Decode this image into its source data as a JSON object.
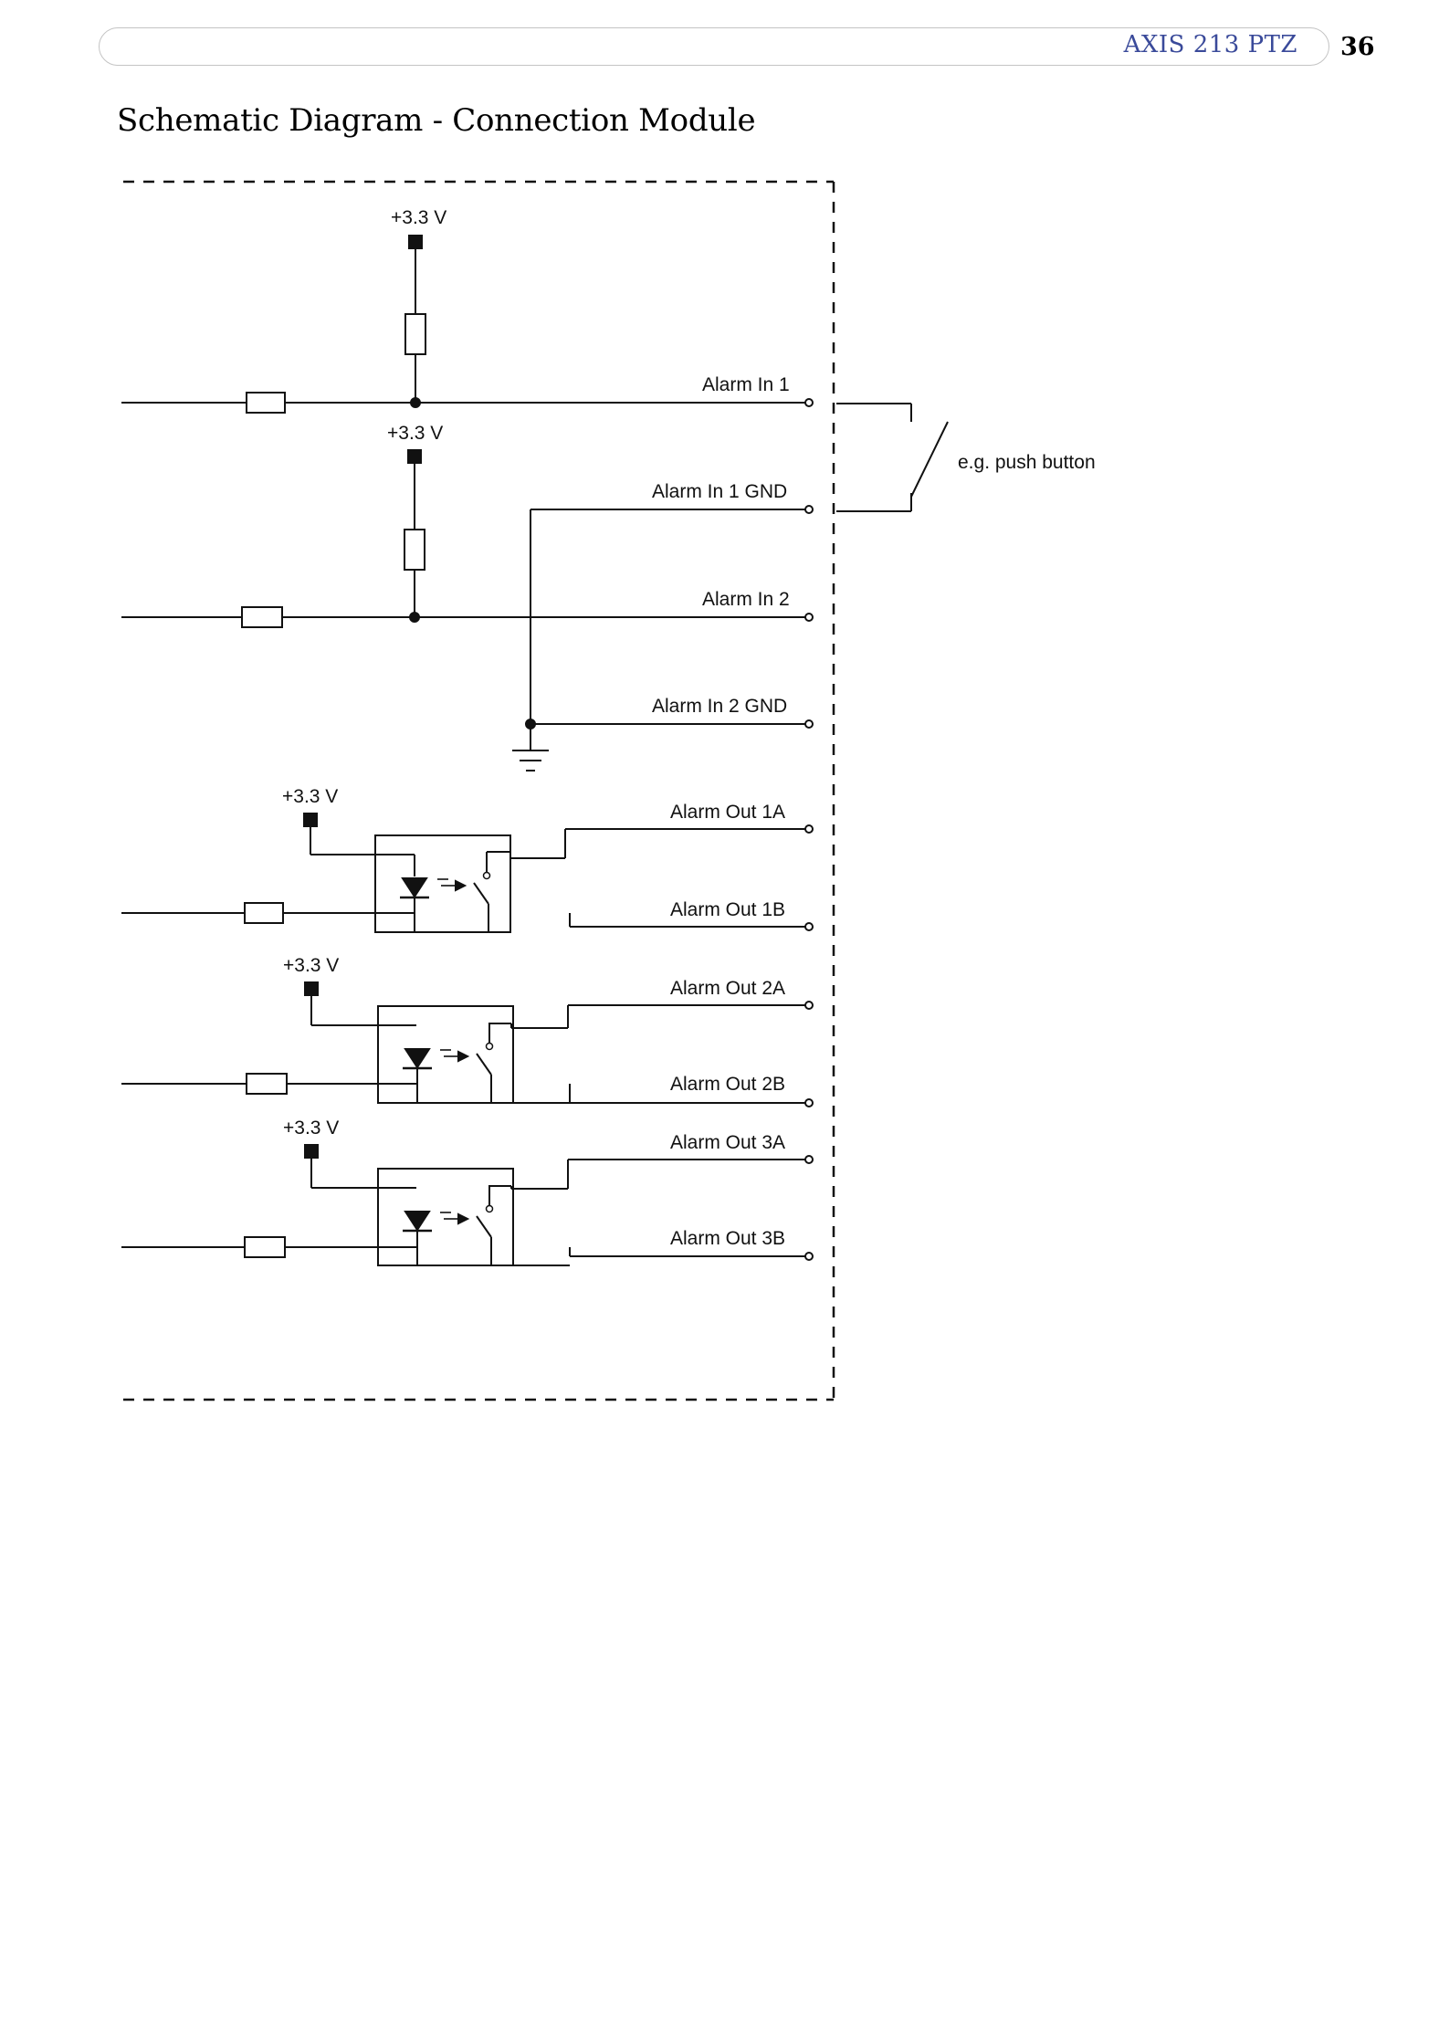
{
  "header": {
    "product": "AXIS 213 PTZ",
    "page_number": "36"
  },
  "title": "Schematic Diagram - Connection Module",
  "schematic": {
    "supply_label": "+3.3 V",
    "terminals": {
      "alarm_in_1": "Alarm In 1",
      "alarm_in_1_gnd": "Alarm In 1 GND",
      "alarm_in_2": "Alarm In 2",
      "alarm_in_2_gnd": "Alarm In 2 GND",
      "alarm_out_1a": "Alarm Out 1A",
      "alarm_out_1b": "Alarm Out 1B",
      "alarm_out_2a": "Alarm Out 2A",
      "alarm_out_2b": "Alarm Out 2B",
      "alarm_out_3a": "Alarm Out 3A",
      "alarm_out_3b": "Alarm Out 3B"
    },
    "push_button_label": "e.g. push button"
  }
}
